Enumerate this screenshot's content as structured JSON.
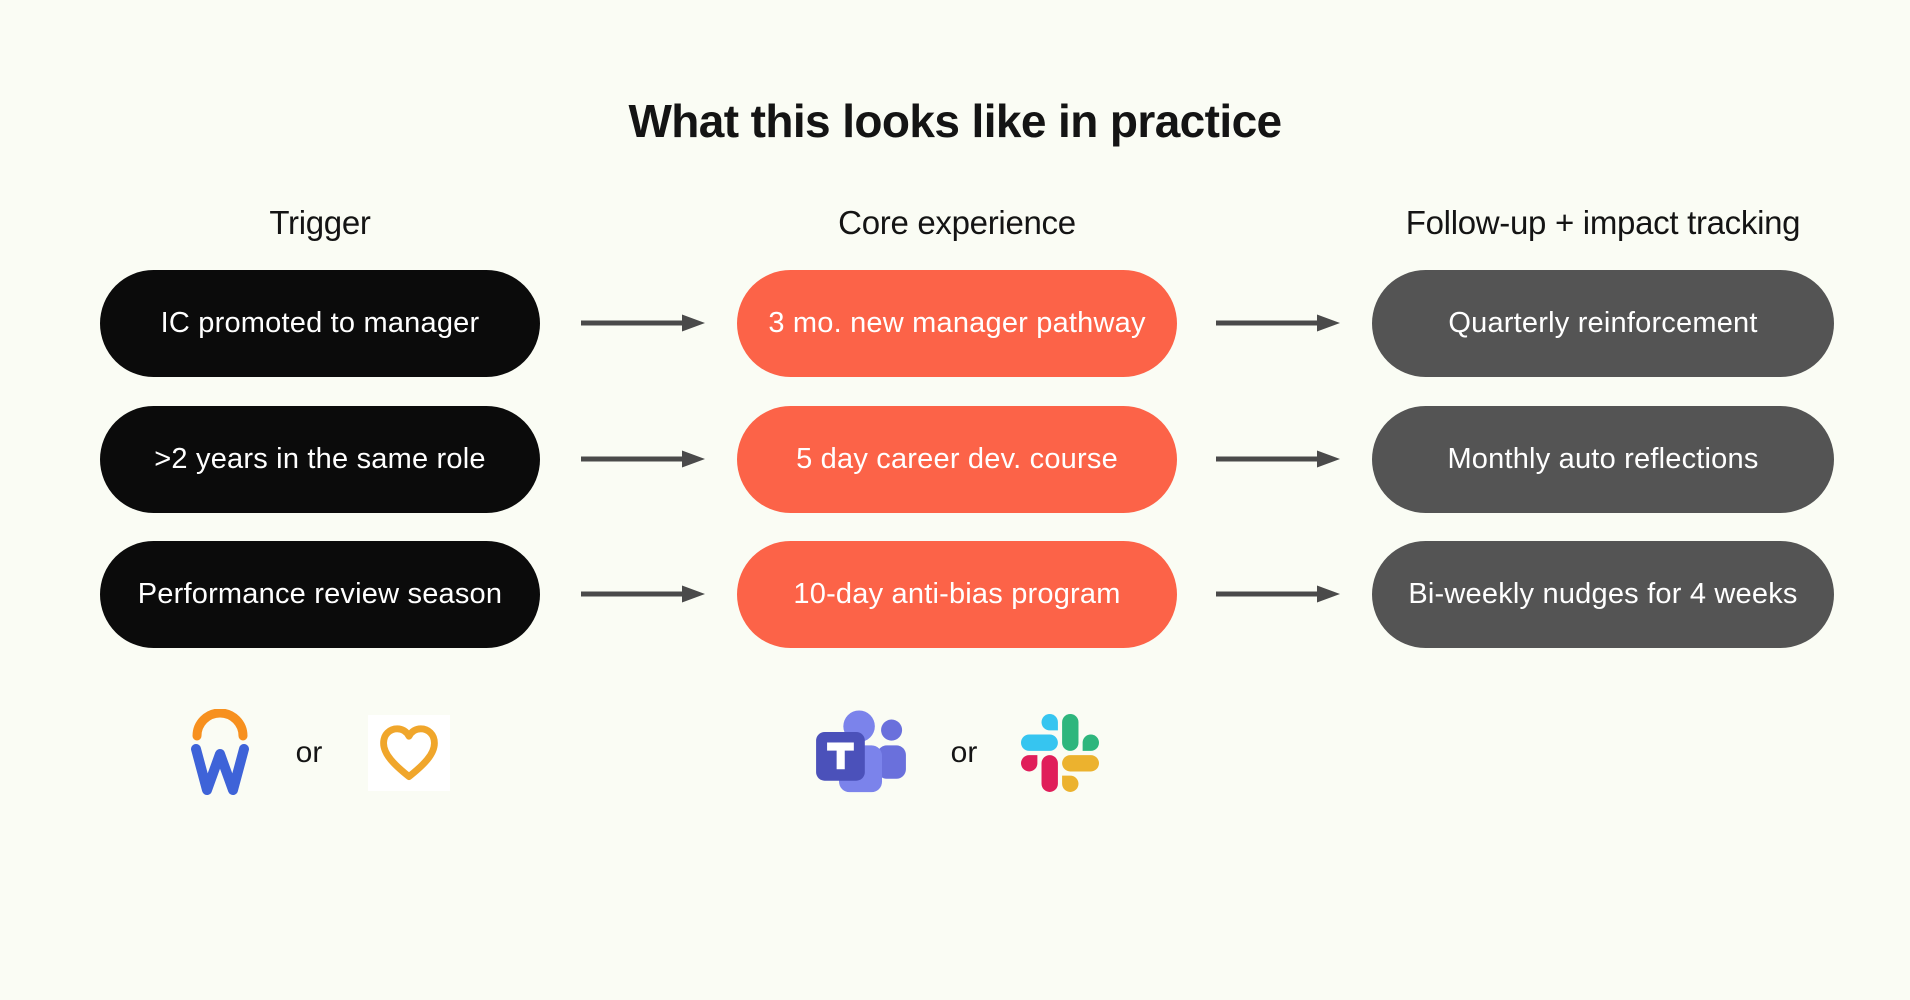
{
  "title": "What this looks like in practice",
  "columns": [
    {
      "header": "Trigger"
    },
    {
      "header": "Core experience"
    },
    {
      "header": "Follow-up + impact tracking"
    }
  ],
  "rows": [
    {
      "trigger": "IC promoted to manager",
      "core": "3 mo. new manager pathway",
      "followup": "Quarterly reinforcement"
    },
    {
      "trigger": ">2 years in the same role",
      "core": "5 day career dev. course",
      "followup": "Monthly auto reflections"
    },
    {
      "trigger": "Performance review season",
      "core": "10-day anti-bias program",
      "followup": "Bi-weekly nudges for 4 weeks"
    }
  ],
  "logo_row": {
    "trigger_tools": {
      "first_icon": "workday-logo",
      "separator": "or",
      "second_icon": "heart-logo"
    },
    "core_tools": {
      "first_icon": "teams-logo",
      "separator": "or",
      "second_icon": "slack-logo"
    }
  },
  "colors": {
    "background": "#FAFCF4",
    "trigger_pill": "#0B0B0B",
    "core_pill": "#FC6348",
    "followup_pill": "#545454",
    "pill_text": "#FFFFFF",
    "heading_text": "#141414",
    "arrow": "#4A4A4A",
    "workday_blue": "#3E63D8",
    "workday_orange": "#F7901E",
    "heart_amber": "#F0A62B",
    "teams_purple": "#7B83EB",
    "teams_purple_dark": "#6A70DC",
    "teams_indigo": "#4B51BA",
    "slack_blue": "#36C5F0",
    "slack_green": "#2EB67D",
    "slack_red": "#E01E5A",
    "slack_yellow": "#ECB22E"
  }
}
